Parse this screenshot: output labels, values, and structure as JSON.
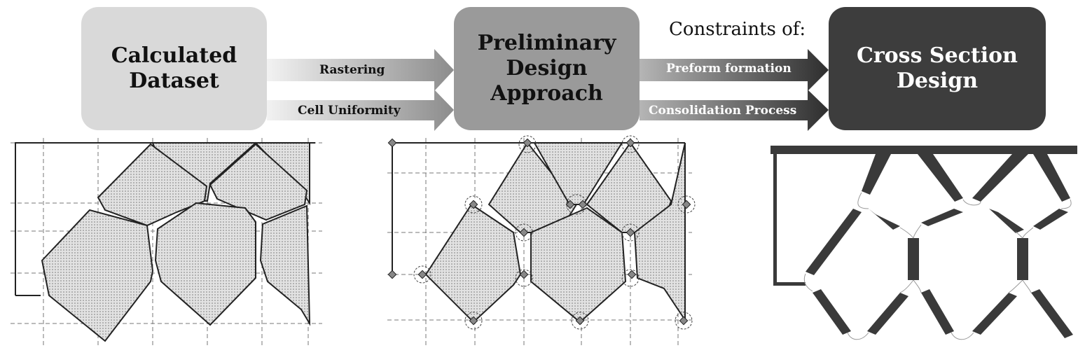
{
  "boxes": {
    "calculated_dataset": "Calculated\nDataset",
    "preliminary_design": "Preliminary\nDesign\nApproach",
    "cross_section_design": "Cross Section\nDesign"
  },
  "arrows": {
    "rastering": "Rastering",
    "cell_uniformity": "Cell Uniformity",
    "preform_formation": "Preform formation",
    "consolidation_process": "Consolidation Process"
  },
  "constraints_heading": "Constraints of:",
  "colors": {
    "box1": "#d9d9d9",
    "box2": "#9a9a9a",
    "box3": "#3d3d3d",
    "cell_fill": "#d6d6d6",
    "beam": "#3a3a3a"
  }
}
